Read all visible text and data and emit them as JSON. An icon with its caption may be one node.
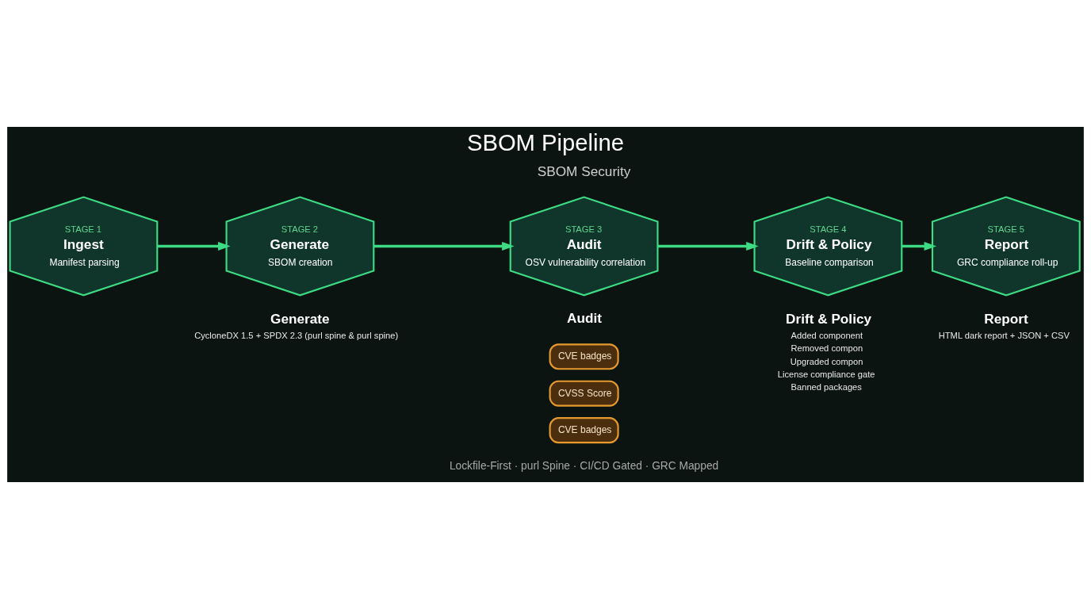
{
  "diagram": {
    "title": "SBOM Pipeline",
    "caption": "Lockfile-First · purl Spine · CI/CD Gated · GRC Mapped",
    "nodes": [
      {
        "text": [
          "STAGE 1",
          "Ingest",
          "Manifest parsing"
        ]
      },
      {
        "text": [
          "STAGE 2",
          "Generate",
          "SBOM creation"
        ],
        "beside": [
          "Generate",
          "CycloneDX 1.5 + SPDX 2.3 (purl spine & purl spine)"
        ]
      },
      {
        "text": [
          "STAGE 3",
          "Audit",
          "OSV vulnerability correlation"
        ],
        "beside": [
          "Audit"
        ]
      },
      {
        "text": [
          "CVE badges"
        ]
      },
      {
        "text": [
          "CVSS Score"
        ]
      },
      {
        "text": [
          "CVE badges"
        ]
      },
      {
        "text": [
          "STAGE 4",
          "Drift & Policy",
          "Baseline comparison"
        ],
        "beside": [
          "Drift & Policy",
          "Added component",
          "Removed compon",
          "Upgraded compon",
          "License compliance gate",
          "Banned packages"
        ]
      },
      {
        "text": [
          "STAGE 5",
          "Report",
          "GRC compliance roll-up"
        ],
        "beside": [
          "Report",
          "HTML dark report + JSON + CSV"
        ]
      }
    ],
    "edges": [
      {
        "from": 0,
        "to": 1,
        "arrow": "to"
      },
      {
        "from": 1,
        "to": 2,
        "arrow": "to"
      },
      {
        "from": 2,
        "to": 6,
        "arrow": "to"
      },
      {
        "from": 6,
        "to": 7,
        "arrow": "to"
      }
    ],
    "labels": [
      "SBOM Security"
    ]
  }
}
